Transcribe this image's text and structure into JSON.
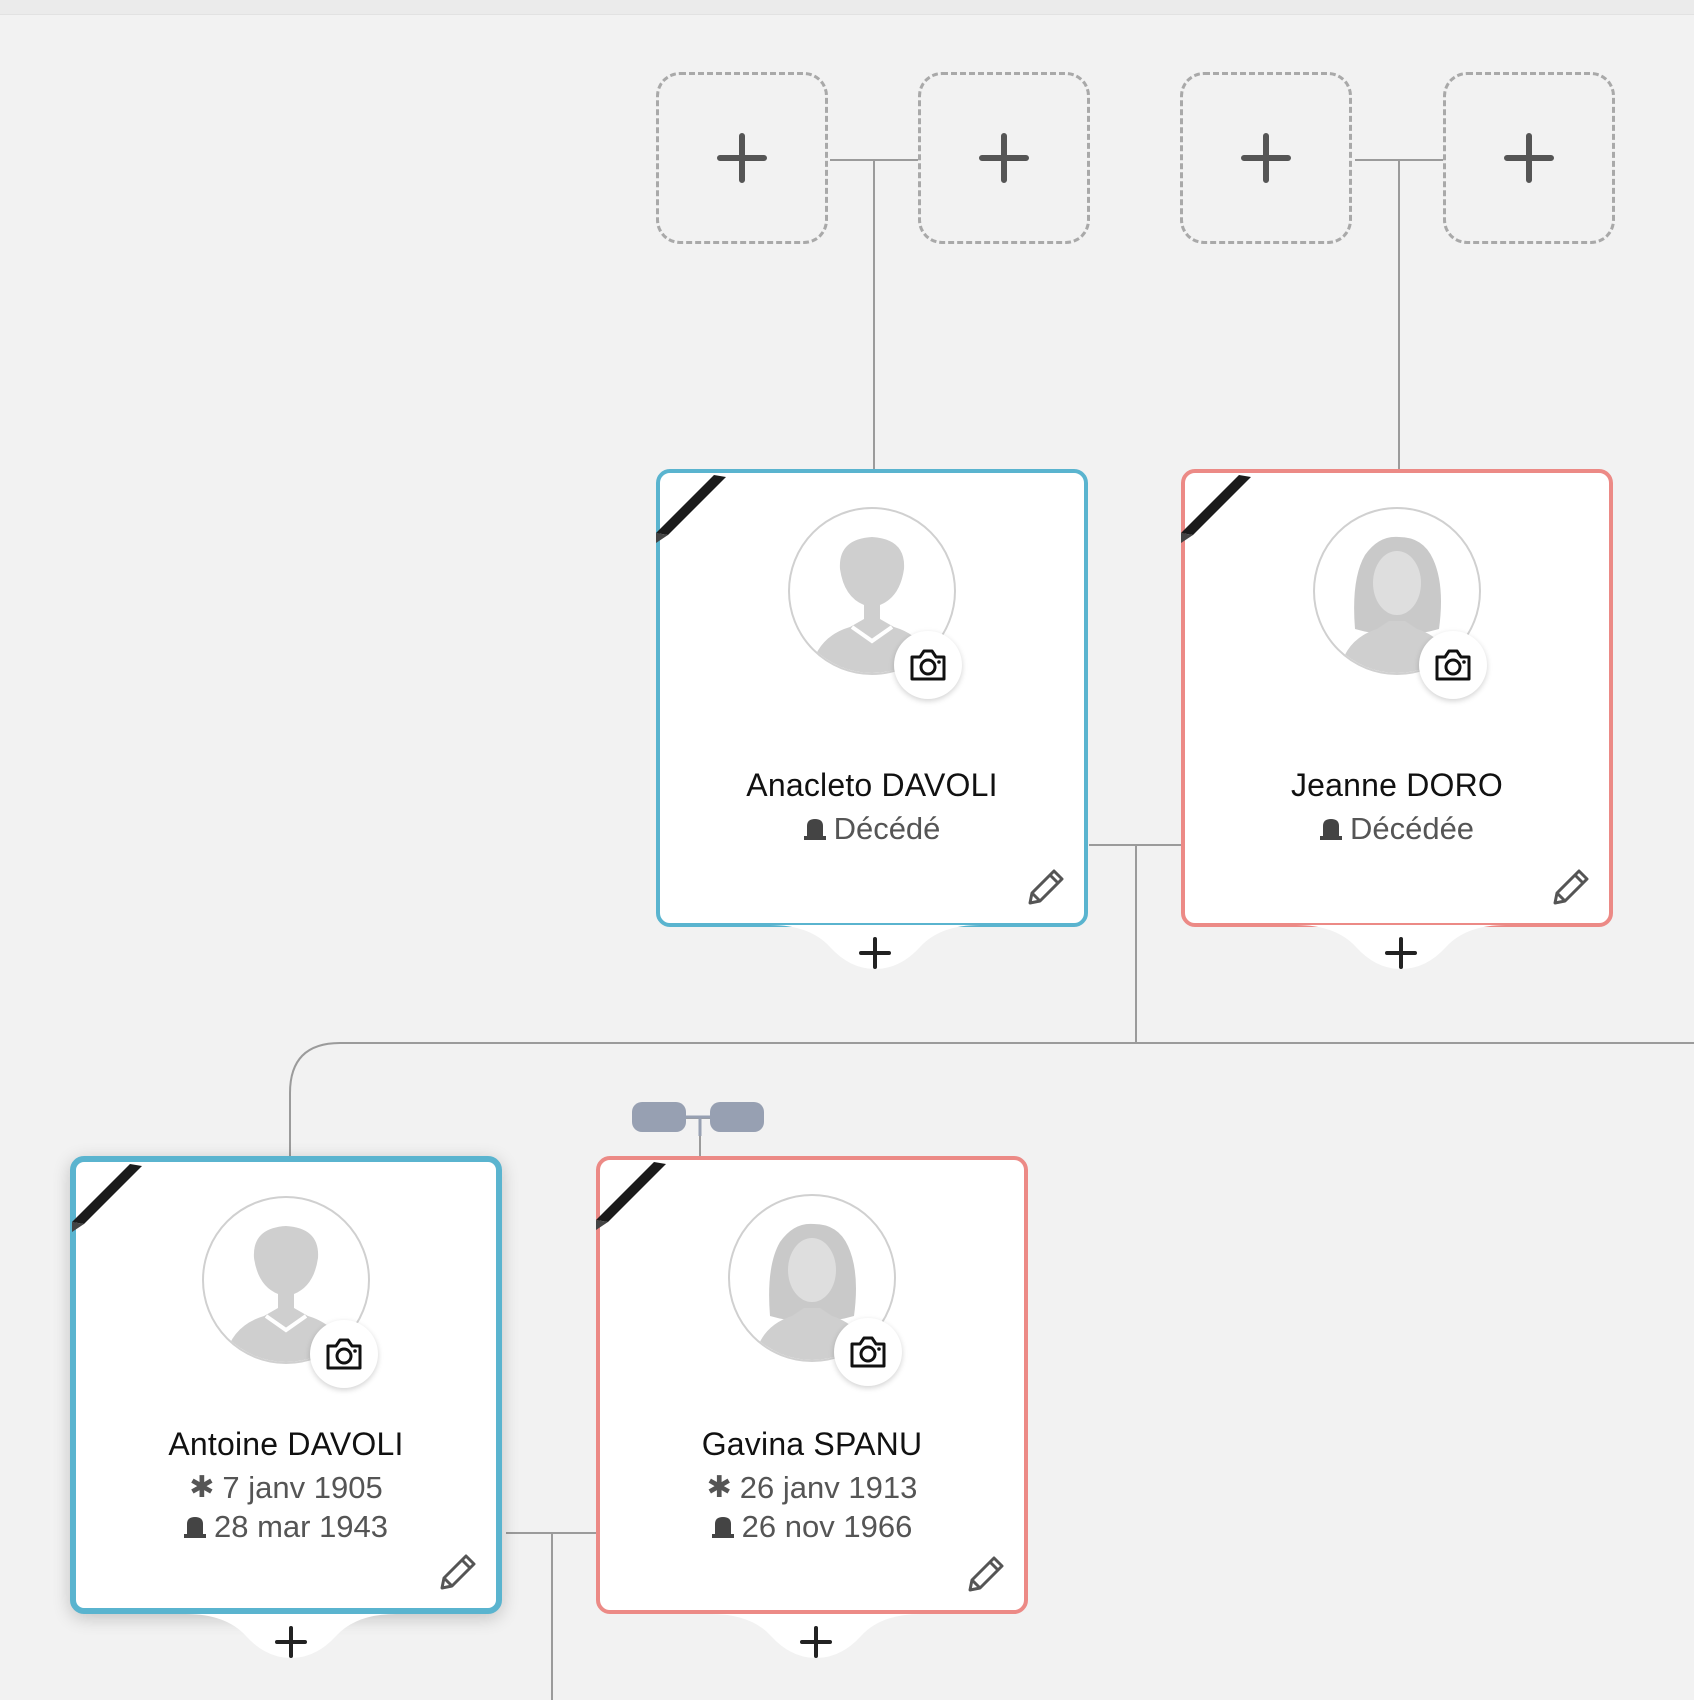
{
  "persons": [
    {
      "id": "anacleto",
      "name": "Anacleto DAVOLI",
      "status": "Décédé"
    },
    {
      "id": "jeanne",
      "name": "Jeanne DORO",
      "status": "Décédée"
    },
    {
      "id": "antoine",
      "name": "Antoine DAVOLI",
      "birth": "7 janv 1905",
      "death": "28 mar 1943"
    },
    {
      "id": "gavina",
      "name": "Gavina SPANU",
      "birth": "26 janv 1913",
      "death": "26 nov 1966"
    }
  ],
  "icons": {
    "add": "plus-icon",
    "camera": "camera-icon",
    "edit": "pencil-icon",
    "birth": "asterisk-icon",
    "death": "tombstone-icon",
    "mourning": "mourning-ribbon-icon",
    "link": "spouse-link-icon"
  },
  "colors": {
    "male": "#5ab4cf",
    "female": "#ec8a86",
    "line": "#9b9b9b",
    "placeholder": "#a9a9a9",
    "link": "#97a0b2"
  }
}
